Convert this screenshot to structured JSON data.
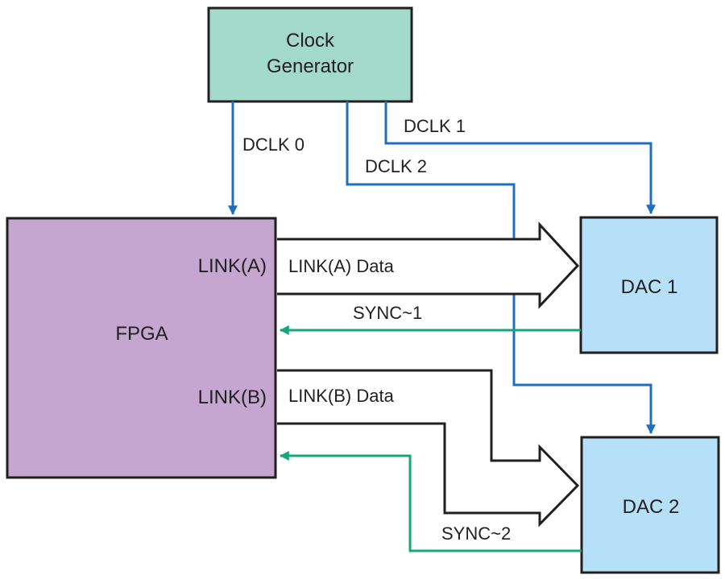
{
  "blocks": {
    "clock_generator": {
      "line1": "Clock",
      "line2": "Generator"
    },
    "fpga": {
      "label": "FPGA",
      "port_a": "LINK(A)",
      "port_b": "LINK(B)"
    },
    "dac1": {
      "label": "DAC 1"
    },
    "dac2": {
      "label": "DAC 2"
    }
  },
  "signals": {
    "dclk0": "DCLK 0",
    "dclk1": "DCLK 1",
    "dclk2": "DCLK 2",
    "link_a_data": "LINK(A) Data",
    "link_b_data": "LINK(B) Data",
    "sync1": "SYNC~1",
    "sync2": "SYNC~2"
  },
  "colors": {
    "clock_generator_fill": "#a3d9c8",
    "fpga_fill": "#c4a6d1",
    "dac_fill": "#b6e0f7",
    "clock_line": "#1f6fc0",
    "sync_line": "#14a878",
    "outline": "#231f20"
  }
}
